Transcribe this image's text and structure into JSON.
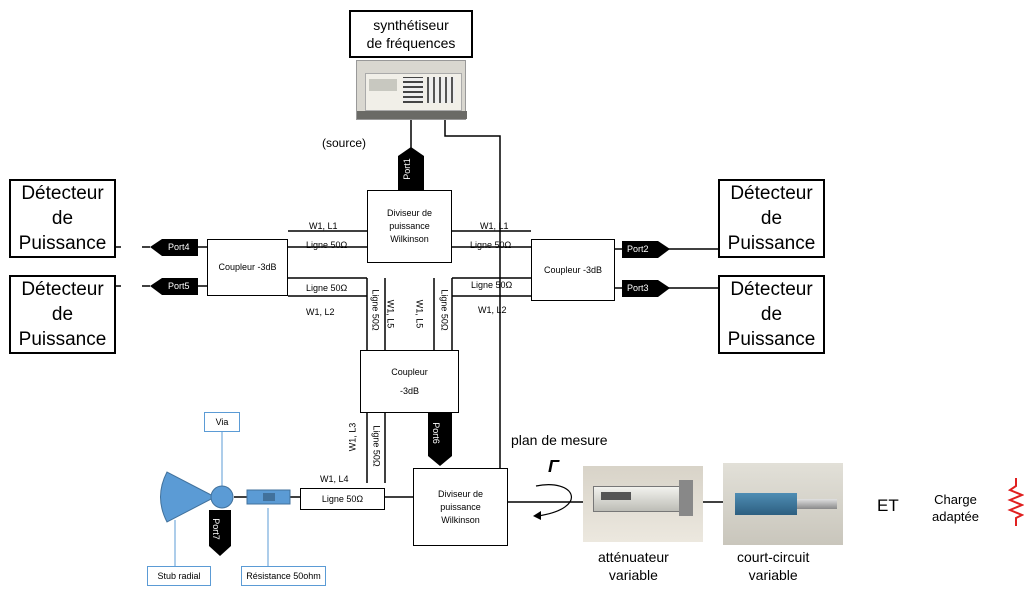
{
  "source_box": {
    "line1": "synthétiseur",
    "line2": "de fréquences"
  },
  "source_label": "(source)",
  "detectors": [
    {
      "line1": "Détecteur",
      "line2": "de",
      "line3": "Puissance"
    },
    {
      "line1": "Détecteur",
      "line2": "de",
      "line3": "Puissance"
    },
    {
      "line1": "Détecteur",
      "line2": "de",
      "line3": "Puissance"
    },
    {
      "line1": "Détecteur",
      "line2": "de",
      "line3": "Puissance"
    }
  ],
  "wilkinson_top": {
    "line1": "Diviseur de",
    "line2": "puissance",
    "line3": "Wilkinson"
  },
  "wilkinson_bottom": {
    "line1": "Diviseur de",
    "line2": "puissance",
    "line3": "Wilkinson"
  },
  "coupler_left": "Coupleur -3dB",
  "coupler_right": "Coupleur -3dB",
  "coupler_bottom": {
    "line1": "Coupleur",
    "line2": "-3dB"
  },
  "ports": [
    "Port1",
    "Port2",
    "Port3",
    "Port4",
    "Port5",
    "Port6",
    "Port7"
  ],
  "line_labels": {
    "ligne50": "Ligne 50Ω",
    "w1l1": "W1, L1",
    "w1l2": "W1, L2",
    "w1l3": "W1, L3",
    "w1l4": "W1, L4",
    "w1l5": "W1, L5"
  },
  "via": "Via",
  "stub": "Stub radial",
  "resistor": "Résistance 50ohm",
  "plan_mesure": "plan de mesure",
  "gamma": "Γ",
  "attenuator": {
    "line1": "atténuateur",
    "line2": "variable"
  },
  "short": {
    "line1": "court-circuit",
    "line2": "variable"
  },
  "et": "ET",
  "charge": {
    "line1": "Charge",
    "line2": "adaptée"
  },
  "colors": {
    "port": "#000000",
    "stub": "#5b9bd5",
    "charge": "#e02020"
  }
}
